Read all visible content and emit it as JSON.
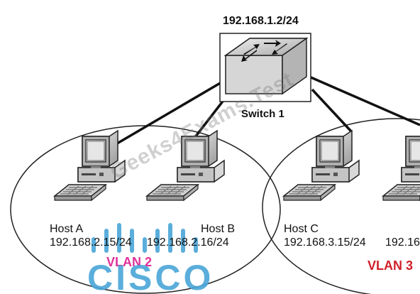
{
  "switch": {
    "ip": "192.168.1.2/24",
    "name": "Switch 1"
  },
  "hosts": [
    {
      "name": "Host A",
      "ip": "192.168.2.15/24"
    },
    {
      "name": "Host B",
      "ip": "192.168.2.16/24"
    },
    {
      "name": "Host C",
      "ip": "192.168.3.15/24"
    },
    {
      "name": "",
      "ip": "192.16"
    }
  ],
  "vlans": [
    {
      "label": "VLAN 2",
      "color": "#e0309a"
    },
    {
      "label": "VLAN 3",
      "color": "#d0202a"
    }
  ],
  "watermark": {
    "text": "Geeks4Exams.Test",
    "logo_text": "CISCO",
    "logo_color": "#4aa6d8"
  },
  "icons": [
    "switch-icon",
    "desktop-computer-icon",
    "keyboard-icon"
  ]
}
